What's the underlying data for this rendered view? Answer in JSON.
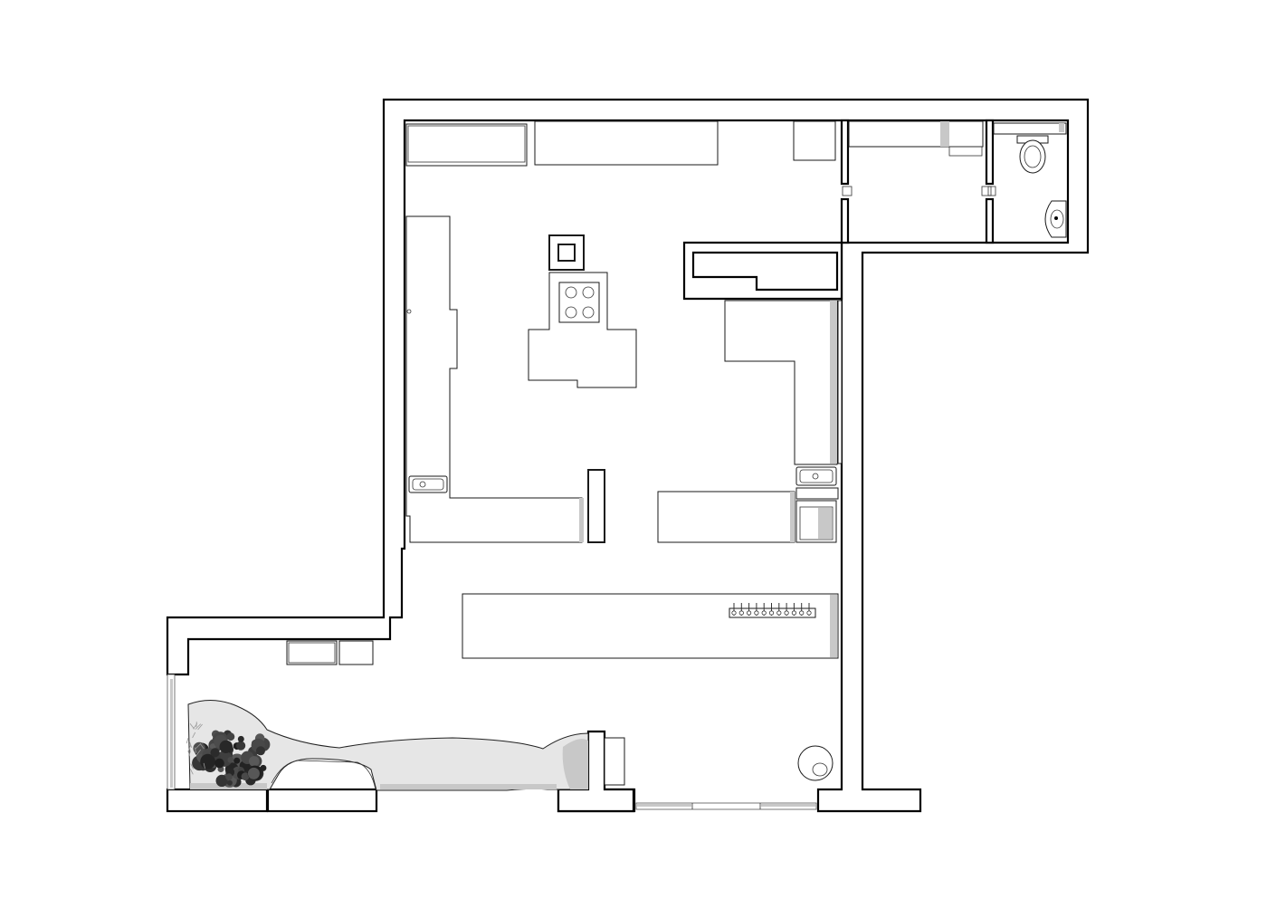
{
  "plan": {
    "kind": "floor-plan",
    "labels": [],
    "colors": {
      "wall": "#000000",
      "furniture": "#1a1a1a",
      "shade": "#c8c8c8",
      "background": "#ffffff"
    },
    "elements": [
      "exterior-walls",
      "storage-room",
      "toilet-room",
      "kitchen-island-with-cooktop",
      "range-hood",
      "left-counter-with-sink",
      "right-counter-with-sink",
      "central-column",
      "long-bench-table",
      "display-rack",
      "planter-bed-with-tree",
      "round-table",
      "entrance-door",
      "washing-machine"
    ]
  }
}
